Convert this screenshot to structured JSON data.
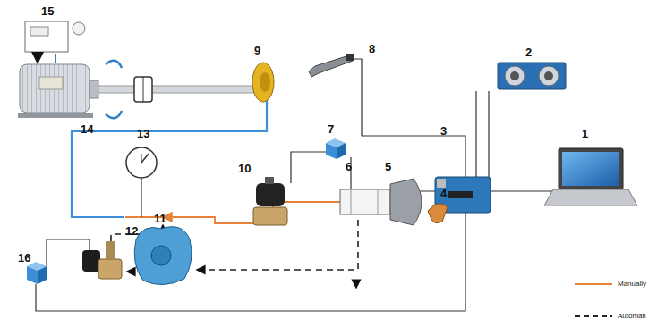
{
  "diagram": {
    "labels": [
      "1",
      "2",
      "3",
      "4",
      "5",
      "6",
      "7",
      "8",
      "9",
      "10",
      "11",
      "12",
      "13",
      "14",
      "15",
      "16"
    ],
    "legend": [
      {
        "text": "Manually"
      },
      {
        "text": "Automati"
      }
    ]
  }
}
